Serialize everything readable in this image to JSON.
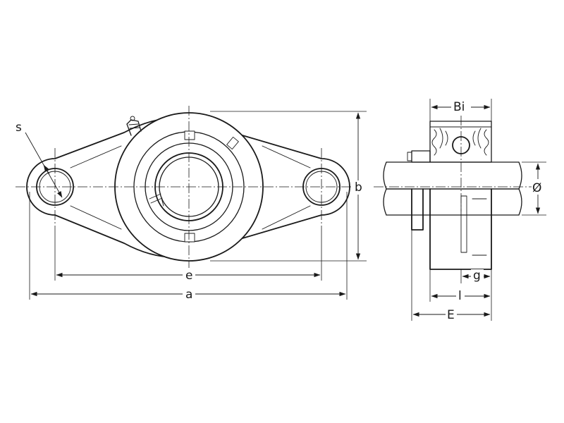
{
  "labels": {
    "s": "s",
    "e": "e",
    "a": "a",
    "b": "b",
    "bi": "Bi",
    "diameter": "Ø",
    "g": "g",
    "l": "l",
    "E": "E"
  }
}
